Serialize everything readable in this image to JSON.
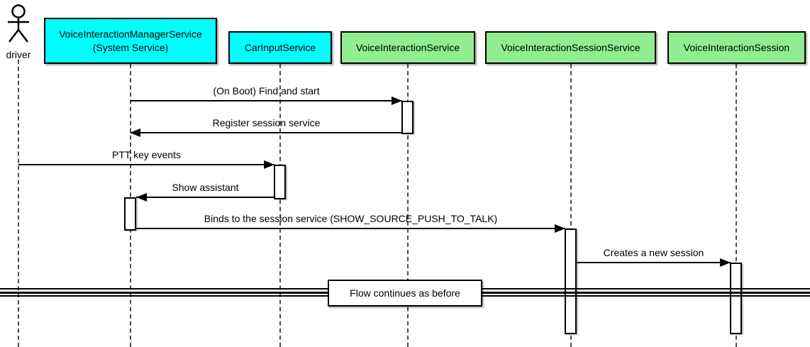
{
  "diagram": {
    "type": "uml-sequence-diagram",
    "actor": {
      "label": "driver"
    },
    "participants": [
      {
        "name": "VoiceInteractionManagerService",
        "subtitle": "(System Service)",
        "color": "#00ffff"
      },
      {
        "name": "CarInputService",
        "color": "#00ffff"
      },
      {
        "name": "VoiceInteractionService",
        "color": "#90ee90"
      },
      {
        "name": "VoiceInteractionSessionService",
        "color": "#90ee90"
      },
      {
        "name": "VoiceInteractionSession",
        "color": "#90ee90"
      }
    ],
    "messages": [
      {
        "label": "(On Boot) Find and start",
        "from": "VoiceInteractionManagerService",
        "to": "VoiceInteractionService",
        "direction": "right"
      },
      {
        "label": "Register session service",
        "from": "VoiceInteractionService",
        "to": "VoiceInteractionManagerService",
        "direction": "left"
      },
      {
        "label": "PTT key events",
        "from": "driver",
        "to": "CarInputService",
        "direction": "right"
      },
      {
        "label": "Show assistant",
        "from": "CarInputService",
        "to": "VoiceInteractionManagerService",
        "direction": "left"
      },
      {
        "label": "Binds to the session service (SHOW_SOURCE_PUSH_TO_TALK)",
        "from": "VoiceInteractionManagerService",
        "to": "VoiceInteractionSessionService",
        "direction": "right"
      },
      {
        "label": "Creates a new session",
        "from": "VoiceInteractionSessionService",
        "to": "VoiceInteractionSession",
        "direction": "right"
      }
    ],
    "divider": {
      "label": "Flow continues as before"
    },
    "colors": {
      "participant_cyan": "#00ffff",
      "participant_green": "#90ee90",
      "line": "#000000",
      "background": "#ffffff"
    }
  }
}
